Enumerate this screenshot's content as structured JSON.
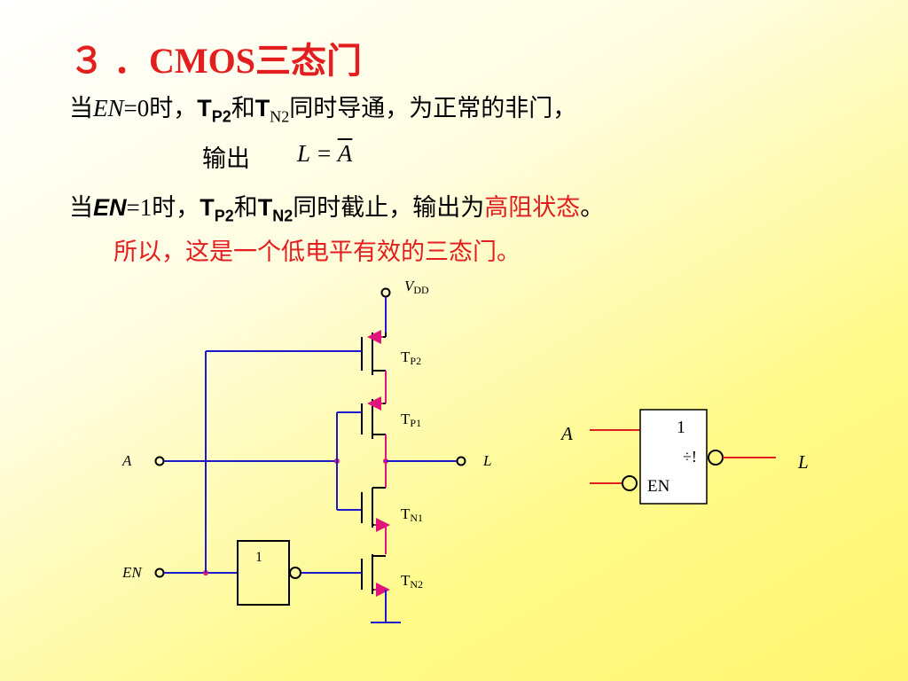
{
  "title": "３ ．CMOS三态门",
  "line1": {
    "p1": "当",
    "en": "EN",
    "p2": "=0时，",
    "t": "T",
    "sub1": "P2",
    "p3": "和",
    "t2": "T",
    "sub2": "N2",
    "p4": "同时导通，为正常的非门，"
  },
  "line2": {
    "label": "输出",
    "eq_left": "L = ",
    "eq_right": "A"
  },
  "line3": {
    "p1": "当",
    "en": "EN",
    "p2": "=1时，",
    "t": "T",
    "sub1": "P2",
    "p3": "和",
    "t2": "T",
    "sub2": "N2",
    "p4": "同时截止，输出为",
    "red": "高阻状态",
    "p5": "。"
  },
  "line4": "所以，这是一个低电平有效的三态门。",
  "circuit": {
    "vdd": "V",
    "vdd_sub": "DD",
    "tp2": "T",
    "tp2_sub": "P2",
    "tp1": "T",
    "tp1_sub": "P1",
    "tn1": "T",
    "tn1_sub": "N1",
    "tn2": "T",
    "tn2_sub": "N2",
    "in_a": "A",
    "out_l": "L",
    "in_en": "EN",
    "inv_label": "1"
  },
  "symbol": {
    "in_a": "A",
    "out_l": "L",
    "label_1": "1",
    "label_tri": "÷!",
    "label_en": "EN"
  },
  "colors": {
    "title": "#e31e1e",
    "wire": "#1a1acc",
    "mos": "#000000",
    "arrow": "#e0147a"
  }
}
